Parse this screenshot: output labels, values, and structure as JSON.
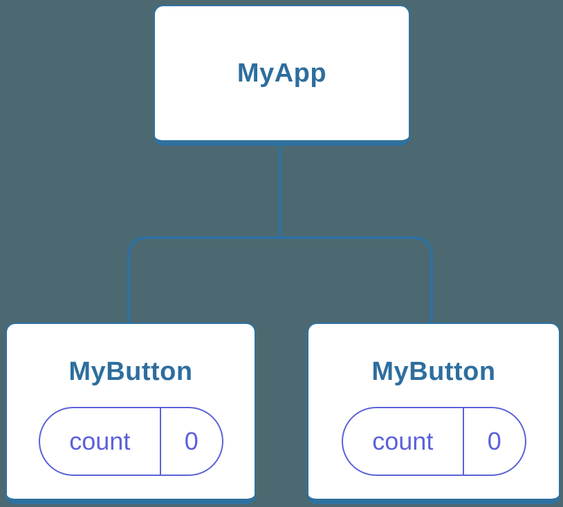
{
  "diagram": {
    "type": "component-tree",
    "background_color": "#4C6971",
    "node_border_color": "#2E71A1",
    "node_fill_color": "#FFFFFF",
    "title_color": "#2E6E9E",
    "connector_color": "#2E71A1",
    "state_color": "#5B61D9",
    "root": {
      "label": "MyApp"
    },
    "children": [
      {
        "label": "MyButton",
        "state": {
          "label": "count",
          "value": "0"
        }
      },
      {
        "label": "MyButton",
        "state": {
          "label": "count",
          "value": "0"
        }
      }
    ]
  }
}
